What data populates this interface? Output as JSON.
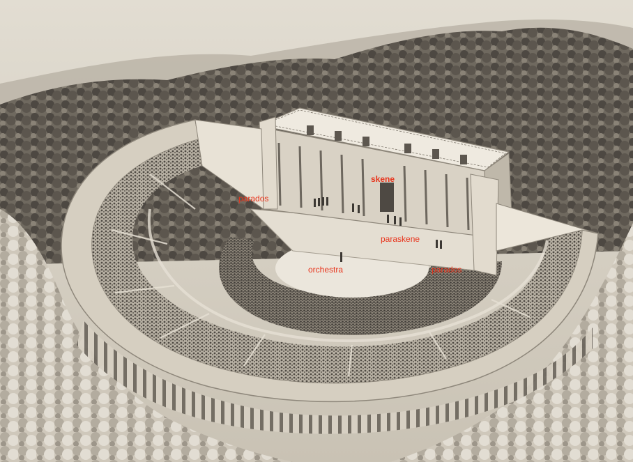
{
  "colors": {
    "sky": "#dcd6ca",
    "forest_dark": "#4a4640",
    "forest_mid": "#7a746a",
    "forest_light": "#b9b2a5",
    "stone_light": "#ebe6dc",
    "stone_mid": "#cfc8ba",
    "stone_shadow": "#8e877b",
    "audience": "#5e5850",
    "label": "#e8331b"
  },
  "labels": {
    "parados_left": "parados",
    "skene": "skene",
    "paraskene": "paraskene",
    "orchestra": "orchestra",
    "parados_right": "parados"
  }
}
